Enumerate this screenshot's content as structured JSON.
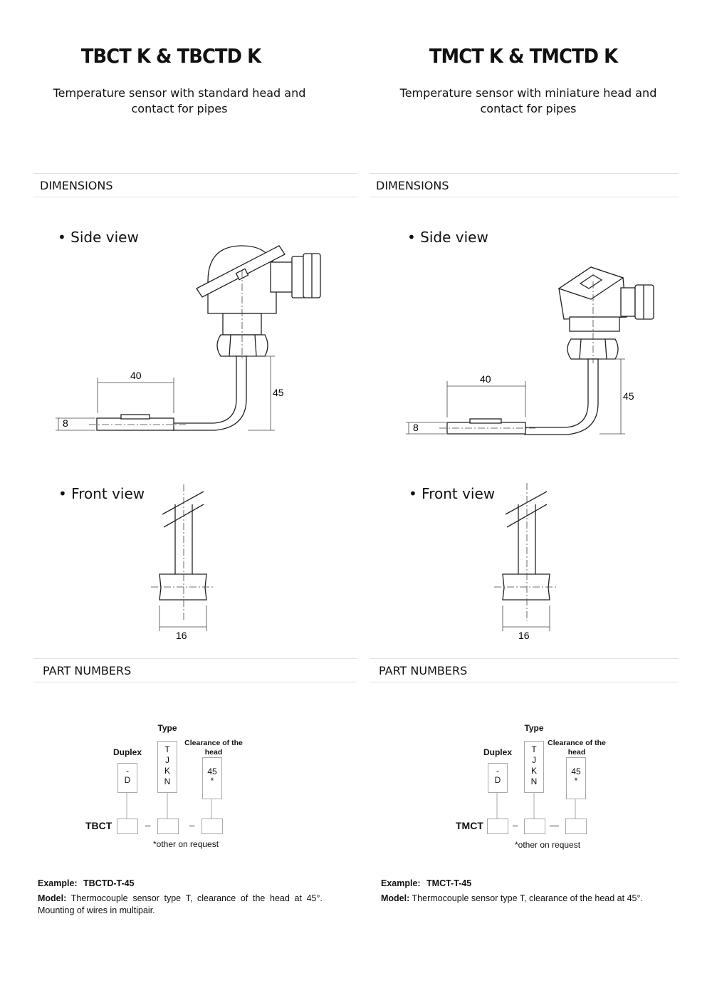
{
  "left": {
    "title": "TBCT K & TBCTD K",
    "subtitle_line1": "Temperature sensor with standard head and",
    "subtitle_line2": "contact for pipes",
    "dimensions_heading": "DIMENSIONS",
    "side_view_label": "• Side view",
    "front_view_label": "• Front view",
    "dim_length": "40",
    "dim_height": "45",
    "dim_thickness": "8",
    "dim_width": "16",
    "part_numbers_heading": "PART NUMBERS",
    "pn": {
      "type_label": "Type",
      "duplex_label": "Duplex",
      "clearance_label_line1": "Clearance of the",
      "clearance_label_line2": "head",
      "duplex_options": [
        "-",
        "D"
      ],
      "type_options": [
        "T",
        "J",
        "K",
        "N"
      ],
      "clearance_options": [
        "45",
        "*"
      ],
      "prefix": "TBCT",
      "sep1": "–",
      "sep2": "–",
      "note": "*other on request"
    },
    "example_label": "Example:",
    "example_value": "TBCTD-T-45",
    "model_label": "Model:",
    "model_text": "Thermocouple sensor type T, clearance of the head at 45°. Mounting of wires in multipair."
  },
  "right": {
    "title": "TMCT K & TMCTD K",
    "subtitle_line1": "Temperature sensor with miniature head and",
    "subtitle_line2": "contact for pipes",
    "dimensions_heading": "DIMENSIONS",
    "side_view_label": "• Side view",
    "front_view_label": "• Front view",
    "dim_length": "40",
    "dim_height": "45",
    "dim_thickness": "8",
    "dim_width": "16",
    "part_numbers_heading": "PART NUMBERS",
    "pn": {
      "type_label": "Type",
      "duplex_label": "Duplex",
      "clearance_label_line1": "Clearance of the",
      "clearance_label_line2": "head",
      "duplex_options": [
        "-",
        "D"
      ],
      "type_options": [
        "T",
        "J",
        "K",
        "N"
      ],
      "clearance_options": [
        "45",
        "*"
      ],
      "prefix": "TMCT",
      "sep1": "–",
      "sep2": "—",
      "note": "*other on request"
    },
    "example_label": "Example:",
    "example_value": "TMCT-T-45",
    "model_label": "Model:",
    "model_text": "Thermocouple sensor type T, clearance of the head at 45°."
  }
}
